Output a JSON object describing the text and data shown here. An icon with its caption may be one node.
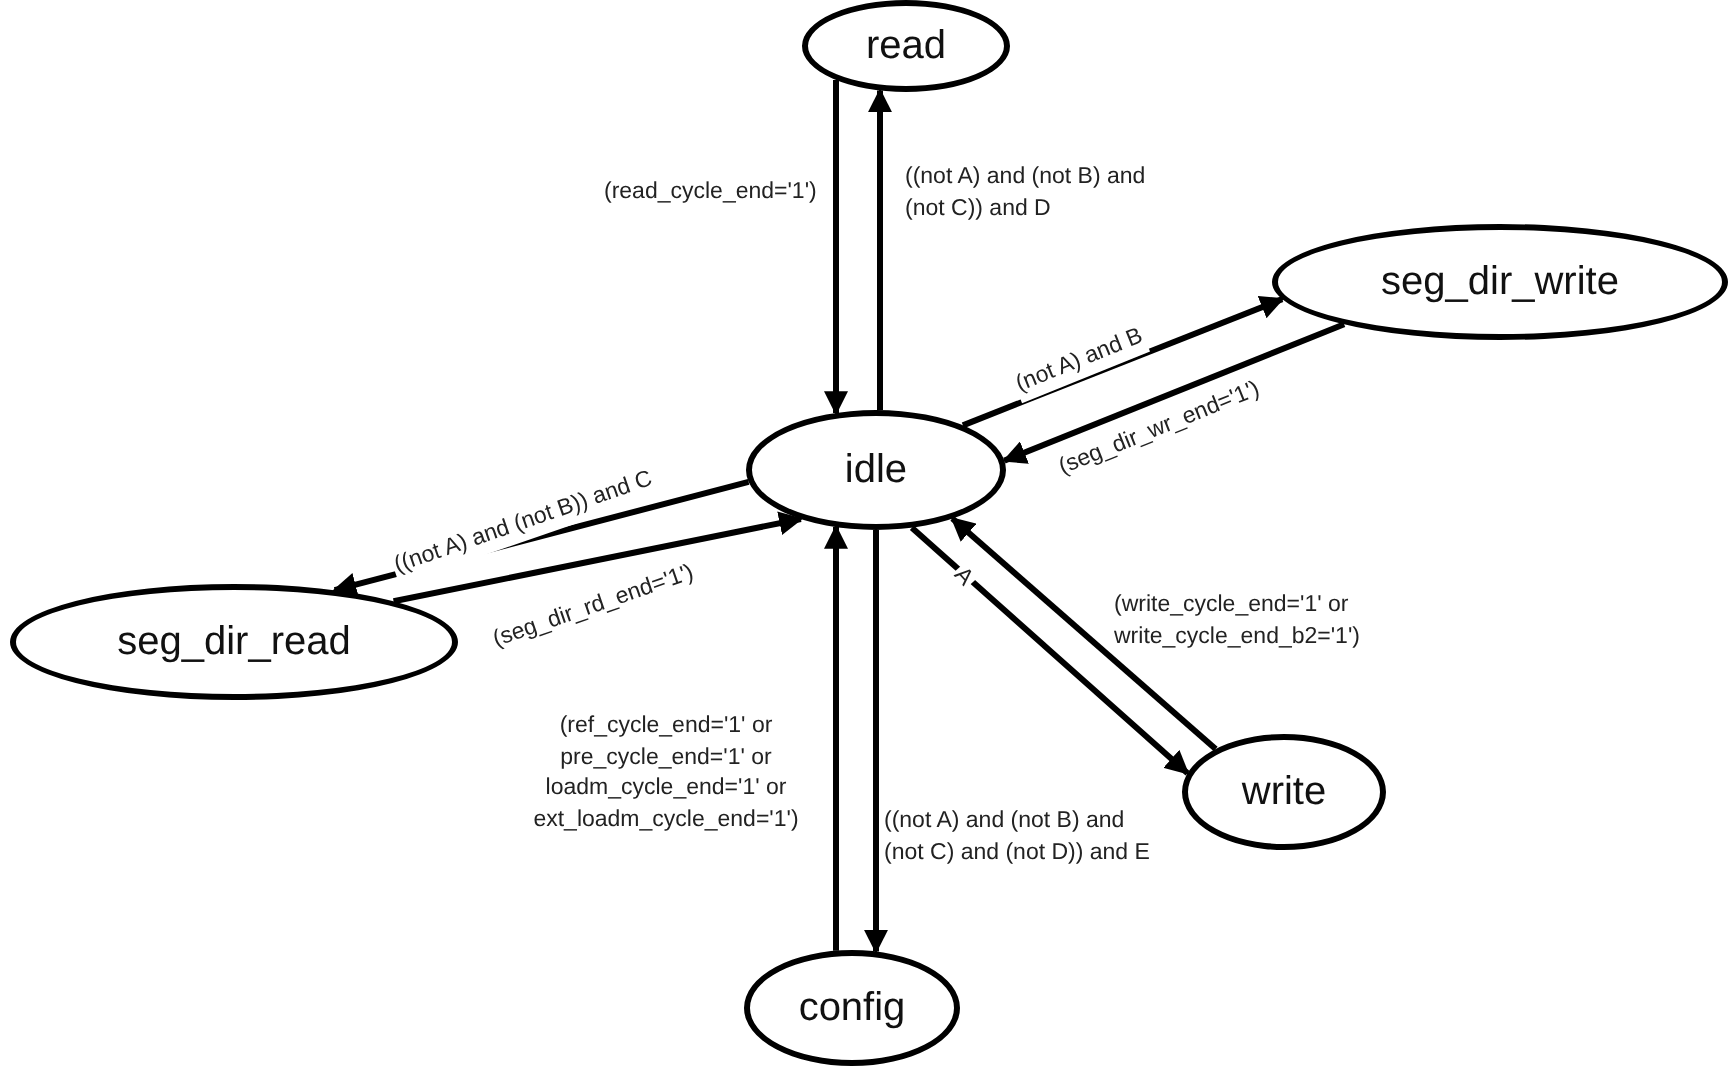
{
  "diagram": {
    "nodes": [
      {
        "text": [
          "read"
        ]
      },
      {
        "text": [
          "seg_dir_write"
        ]
      },
      {
        "text": [
          "idle"
        ]
      },
      {
        "text": [
          "seg_dir_read"
        ]
      },
      {
        "text": [
          "write"
        ]
      },
      {
        "text": [
          "config"
        ]
      }
    ],
    "edges": [
      {
        "from": 0,
        "to": 2,
        "arrow": "to",
        "label": "(read_cycle_end='1')"
      },
      {
        "from": 2,
        "to": 0,
        "arrow": "to",
        "label": "((not A) and (not B) and (not C)) and D"
      },
      {
        "from": 2,
        "to": 1,
        "arrow": "to",
        "label": "(not A) and B"
      },
      {
        "from": 1,
        "to": 2,
        "arrow": "to",
        "label": "(seg_dir_wr_end='1')"
      },
      {
        "from": 2,
        "to": 3,
        "arrow": "to",
        "label": "((not A) and (not B)) and C"
      },
      {
        "from": 3,
        "to": 2,
        "arrow": "to",
        "label": "(seg_dir_rd_end='1')"
      },
      {
        "from": 2,
        "to": 4,
        "arrow": "to",
        "label": "A"
      },
      {
        "from": 4,
        "to": 2,
        "arrow": "to",
        "label": "(write_cycle_end='1' or write_cycle_end_b2='1')"
      },
      {
        "from": 5,
        "to": 2,
        "arrow": "to",
        "label": "(ref_cycle_end='1' or pre_cycle_end='1' or loadm_cycle_end='1' or ext_loadm_cycle_end='1')"
      },
      {
        "from": 2,
        "to": 5,
        "arrow": "to",
        "label": "((not A) and (not B) and (not C) and (not D)) and E"
      }
    ]
  }
}
